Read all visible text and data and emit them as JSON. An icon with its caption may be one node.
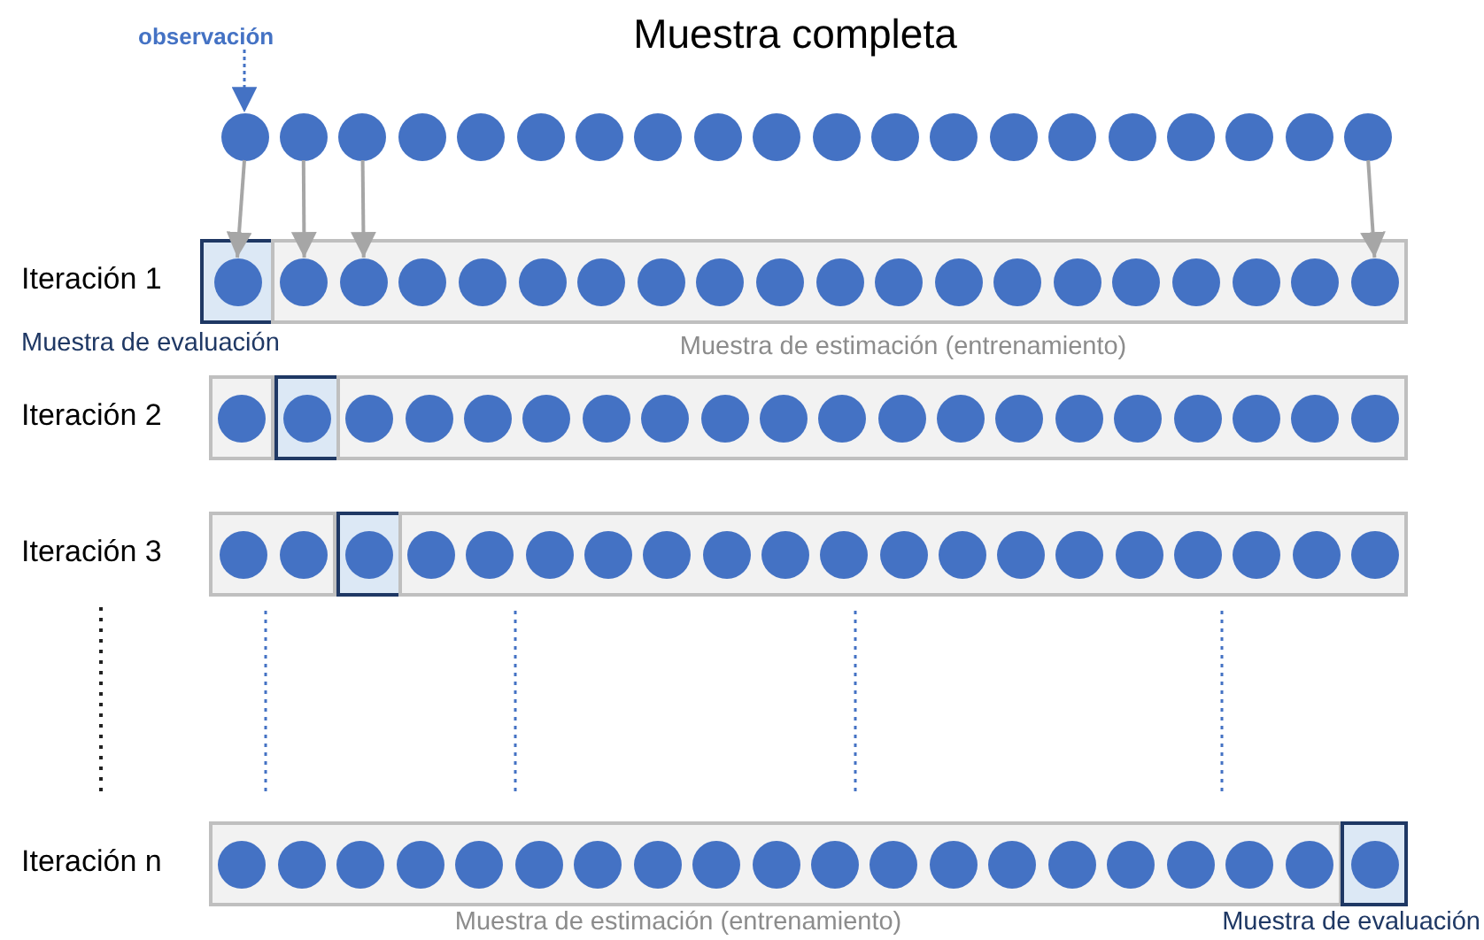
{
  "diagram": {
    "title": "Muestra completa",
    "nodes": [
      {
        "text": [
          "observación"
        ]
      },
      {
        "text": [],
        "shape": "circle"
      },
      {
        "text": [],
        "shape": "circle"
      },
      {
        "text": [],
        "shape": "circle"
      },
      {
        "text": [],
        "shape": "circle"
      },
      {
        "text": [],
        "shape": "circle"
      },
      {
        "text": [],
        "shape": "circle"
      },
      {
        "text": [],
        "shape": "circle"
      },
      {
        "text": [],
        "shape": "circle"
      },
      {
        "text": [],
        "shape": "circle"
      },
      {
        "text": [],
        "shape": "circle"
      },
      {
        "text": [],
        "shape": "circle"
      },
      {
        "text": [],
        "shape": "circle"
      },
      {
        "text": [],
        "shape": "circle"
      },
      {
        "text": [],
        "shape": "circle"
      },
      {
        "text": [],
        "shape": "circle"
      },
      {
        "text": [],
        "shape": "circle"
      },
      {
        "text": [],
        "shape": "circle"
      },
      {
        "text": [],
        "shape": "circle"
      },
      {
        "text": [],
        "shape": "circle"
      },
      {
        "text": [],
        "shape": "circle"
      },
      {
        "text": [],
        "shape": "box",
        "beside": [
          "Muestra de evaluación"
        ]
      },
      {
        "text": [],
        "shape": "circle",
        "in": 21
      },
      {
        "text": [],
        "shape": "bar",
        "beside": [
          "Muestra de estimación (entrenamiento)"
        ]
      },
      {
        "text": [],
        "shape": "circle",
        "in": 23
      },
      {
        "text": [],
        "shape": "circle",
        "in": 23
      },
      {
        "text": [],
        "shape": "circle",
        "in": 23
      },
      {
        "text": [],
        "shape": "circle",
        "in": 23
      },
      {
        "text": [],
        "shape": "circle",
        "in": 23
      },
      {
        "text": [],
        "shape": "circle",
        "in": 23
      },
      {
        "text": [],
        "shape": "circle",
        "in": 23
      },
      {
        "text": [],
        "shape": "circle",
        "in": 23
      },
      {
        "text": [],
        "shape": "circle",
        "in": 23
      },
      {
        "text": [],
        "shape": "circle",
        "in": 23
      },
      {
        "text": [],
        "shape": "circle",
        "in": 23
      },
      {
        "text": [],
        "shape": "circle",
        "in": 23
      },
      {
        "text": [],
        "shape": "circle",
        "in": 23
      },
      {
        "text": [],
        "shape": "circle",
        "in": 23
      },
      {
        "text": [],
        "shape": "circle",
        "in": 23
      },
      {
        "text": [],
        "shape": "circle",
        "in": 23
      },
      {
        "text": [],
        "shape": "circle",
        "in": 23
      },
      {
        "text": [],
        "shape": "circle",
        "in": 23
      },
      {
        "text": [],
        "shape": "circle",
        "in": 23
      },
      {
        "text": [],
        "shape": "bar"
      },
      {
        "text": [],
        "shape": "circle",
        "in": 43
      },
      {
        "text": [],
        "shape": "box"
      },
      {
        "text": [],
        "shape": "circle",
        "in": 45
      },
      {
        "text": [],
        "shape": "bar"
      },
      {
        "text": [],
        "shape": "circle",
        "in": 47
      },
      {
        "text": [],
        "shape": "circle",
        "in": 47
      },
      {
        "text": [],
        "shape": "circle",
        "in": 47
      },
      {
        "text": [],
        "shape": "circle",
        "in": 47
      },
      {
        "text": [],
        "shape": "circle",
        "in": 47
      },
      {
        "text": [],
        "shape": "circle",
        "in": 47
      },
      {
        "text": [],
        "shape": "circle",
        "in": 47
      },
      {
        "text": [],
        "shape": "circle",
        "in": 47
      },
      {
        "text": [],
        "shape": "circle",
        "in": 47
      },
      {
        "text": [],
        "shape": "circle",
        "in": 47
      },
      {
        "text": [],
        "shape": "circle",
        "in": 47
      },
      {
        "text": [],
        "shape": "circle",
        "in": 47
      },
      {
        "text": [],
        "shape": "circle",
        "in": 47
      },
      {
        "text": [],
        "shape": "circle",
        "in": 47
      },
      {
        "text": [],
        "shape": "circle",
        "in": 47
      },
      {
        "text": [],
        "shape": "circle",
        "in": 47
      },
      {
        "text": [],
        "shape": "circle",
        "in": 47
      },
      {
        "text": [],
        "shape": "circle",
        "in": 47
      },
      {
        "text": [],
        "shape": "bar"
      },
      {
        "text": [],
        "shape": "circle",
        "in": 66
      },
      {
        "text": [],
        "shape": "circle",
        "in": 66
      },
      {
        "text": [],
        "shape": "box"
      },
      {
        "text": [],
        "shape": "circle",
        "in": 69
      },
      {
        "text": [],
        "shape": "bar"
      },
      {
        "text": [],
        "shape": "circle",
        "in": 71
      },
      {
        "text": [],
        "shape": "circle",
        "in": 71
      },
      {
        "text": [],
        "shape": "circle",
        "in": 71
      },
      {
        "text": [],
        "shape": "circle",
        "in": 71
      },
      {
        "text": [],
        "shape": "circle",
        "in": 71
      },
      {
        "text": [],
        "shape": "circle",
        "in": 71
      },
      {
        "text": [],
        "shape": "circle",
        "in": 71
      },
      {
        "text": [],
        "shape": "circle",
        "in": 71
      },
      {
        "text": [],
        "shape": "circle",
        "in": 71
      },
      {
        "text": [],
        "shape": "circle",
        "in": 71
      },
      {
        "text": [],
        "shape": "circle",
        "in": 71
      },
      {
        "text": [],
        "shape": "circle",
        "in": 71
      },
      {
        "text": [],
        "shape": "circle",
        "in": 71
      },
      {
        "text": [],
        "shape": "circle",
        "in": 71
      },
      {
        "text": [],
        "shape": "circle",
        "in": 71
      },
      {
        "text": [],
        "shape": "circle",
        "in": 71
      },
      {
        "text": [],
        "shape": "circle",
        "in": 71
      },
      {
        "text": [],
        "shape": "bar",
        "beside": [
          "Muestra de estimación (entrenamiento)"
        ]
      },
      {
        "text": [],
        "shape": "circle",
        "in": 89
      },
      {
        "text": [],
        "shape": "circle",
        "in": 89
      },
      {
        "text": [],
        "shape": "circle",
        "in": 89
      },
      {
        "text": [],
        "shape": "circle",
        "in": 89
      },
      {
        "text": [],
        "shape": "circle",
        "in": 89
      },
      {
        "text": [],
        "shape": "circle",
        "in": 89
      },
      {
        "text": [],
        "shape": "circle",
        "in": 89
      },
      {
        "text": [],
        "shape": "circle",
        "in": 89
      },
      {
        "text": [],
        "shape": "circle",
        "in": 89
      },
      {
        "text": [],
        "shape": "circle",
        "in": 89
      },
      {
        "text": [],
        "shape": "circle",
        "in": 89
      },
      {
        "text": [],
        "shape": "circle",
        "in": 89
      },
      {
        "text": [],
        "shape": "circle",
        "in": 89
      },
      {
        "text": [],
        "shape": "circle",
        "in": 89
      },
      {
        "text": [],
        "shape": "circle",
        "in": 89
      },
      {
        "text": [],
        "shape": "circle",
        "in": 89
      },
      {
        "text": [],
        "shape": "circle",
        "in": 89
      },
      {
        "text": [],
        "shape": "circle",
        "in": 89
      },
      {
        "text": [],
        "shape": "circle",
        "in": 89
      },
      {
        "text": [],
        "shape": "box",
        "beside": [
          "Muestra de evaluación"
        ]
      },
      {
        "text": [],
        "shape": "circle",
        "in": 109
      }
    ],
    "edges": [
      {
        "from": 0,
        "to": 1,
        "arrow": "to",
        "style": "dashed",
        "color": "#4472c4"
      },
      {
        "from": 1,
        "to": 22,
        "arrow": "to"
      },
      {
        "from": 2,
        "to": 24,
        "arrow": "to"
      },
      {
        "from": 3,
        "to": 25,
        "arrow": "to"
      },
      {
        "from": 20,
        "to": 42,
        "arrow": "to"
      }
    ],
    "labels": [
      "Iteración 1",
      "Iteración 2",
      "Iteración 3",
      "Iteración n"
    ]
  }
}
